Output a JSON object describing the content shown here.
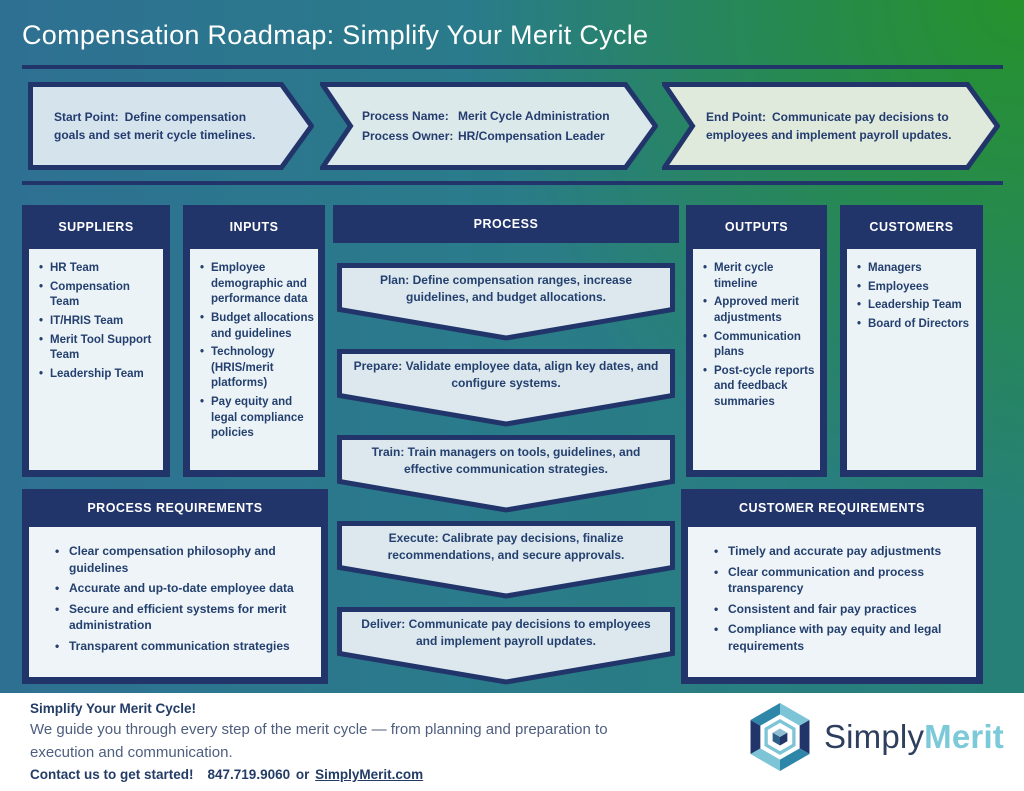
{
  "title": "Compensation Roadmap: Simplify Your Merit Cycle",
  "banner": {
    "start": {
      "label": "Start Point:",
      "text": "Define compensation goals and set merit cycle timelines."
    },
    "process": {
      "name_label": "Process Name:",
      "name_value": "Merit Cycle Administration",
      "owner_label": "Process Owner:",
      "owner_value": "HR/Compensation Leader"
    },
    "end": {
      "label": "End Point:",
      "text": "Communicate pay decisions to employees and implement payroll updates."
    }
  },
  "columns": {
    "suppliers": {
      "header": "SUPPLIERS",
      "items": [
        "HR Team",
        "Compensation Team",
        "IT/HRIS Team",
        "Merit Tool Support Team",
        "Leadership Team"
      ]
    },
    "inputs": {
      "header": "INPUTS",
      "items": [
        "Employee demographic and performance data",
        "Budget allocations and guidelines",
        "Technology (HRIS/merit platforms)",
        "Pay equity and legal compliance policies"
      ]
    },
    "process": {
      "header": "PROCESS",
      "steps": [
        "Plan: Define compensation ranges, increase guidelines, and budget allocations.",
        "Prepare: Validate employee data, align key dates, and configure systems.",
        "Train: Train managers on tools, guidelines, and effective communication strategies.",
        "Execute: Calibrate pay decisions, finalize recommendations, and secure approvals.",
        "Deliver: Communicate pay decisions to employees and implement payroll updates."
      ]
    },
    "outputs": {
      "header": "OUTPUTS",
      "items": [
        "Merit cycle timeline",
        "Approved merit adjustments",
        "Communication plans",
        "Post-cycle reports and feedback summaries"
      ]
    },
    "customers": {
      "header": "CUSTOMERS",
      "items": [
        "Managers",
        "Employees",
        "Leadership Team",
        "Board of Directors"
      ]
    }
  },
  "requirements": {
    "process": {
      "header": "PROCESS REQUIREMENTS",
      "items": [
        "Clear compensation philosophy and guidelines",
        "Accurate and up-to-date employee data",
        "Secure and efficient systems for merit administration",
        "Transparent communication strategies"
      ]
    },
    "customer": {
      "header": "CUSTOMER REQUIREMENTS",
      "items": [
        "Timely and accurate pay adjustments",
        "Clear communication and process transparency",
        "Consistent and fair pay practices",
        "Compliance with pay equity and legal requirements"
      ]
    }
  },
  "footer": {
    "headline": "Simplify Your Merit Cycle!",
    "description": "We guide you through every step of the merit cycle — from planning and preparation to execution and communication.",
    "contact_label": "Contact us to get started!",
    "phone": "847.719.9060",
    "or": "or",
    "website": "SimplyMerit.com",
    "logo": {
      "part1": "Simply",
      "part2": "Merit"
    }
  },
  "colors": {
    "navy": "#22356b",
    "text_navy": "#24406e",
    "steel_blue": "#2e7092",
    "green": "#259428",
    "light_panel": "#ecf3f7",
    "logo_light_blue": "#7cc9d9",
    "logo_teal": "#2e87a8"
  }
}
